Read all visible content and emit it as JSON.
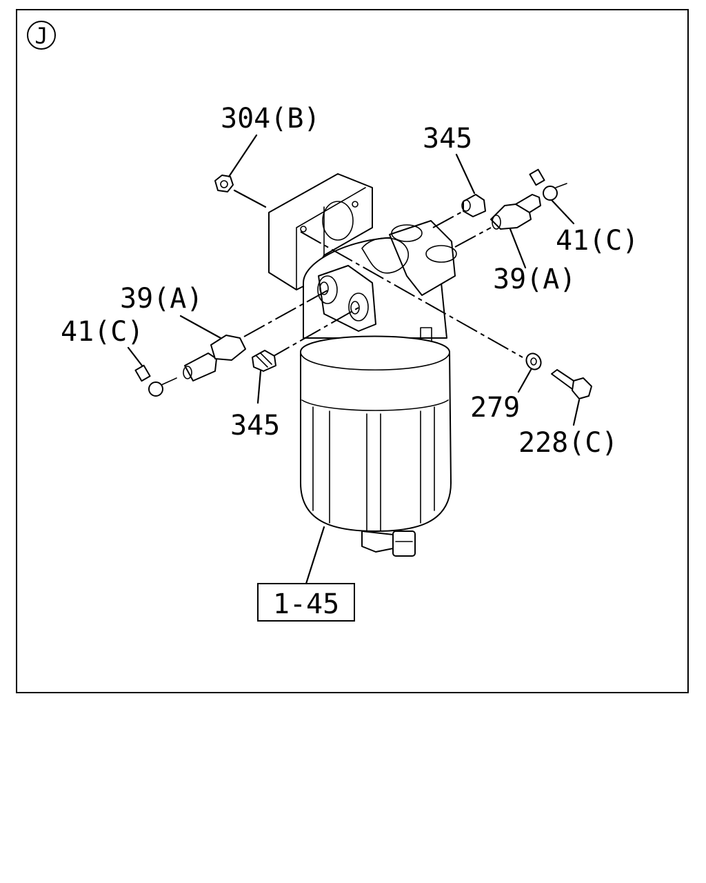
{
  "view_letter": "J",
  "labels": {
    "bracket_nut": "304(B)",
    "plug_top": "345",
    "clip_right": "41(C)",
    "fitting_right": "39(A)",
    "fitting_left": "39(A)",
    "clip_left": "41(C)",
    "plug_left": "345",
    "washer": "279",
    "bolt": "228(C)",
    "assembly_ref": "1-45"
  }
}
